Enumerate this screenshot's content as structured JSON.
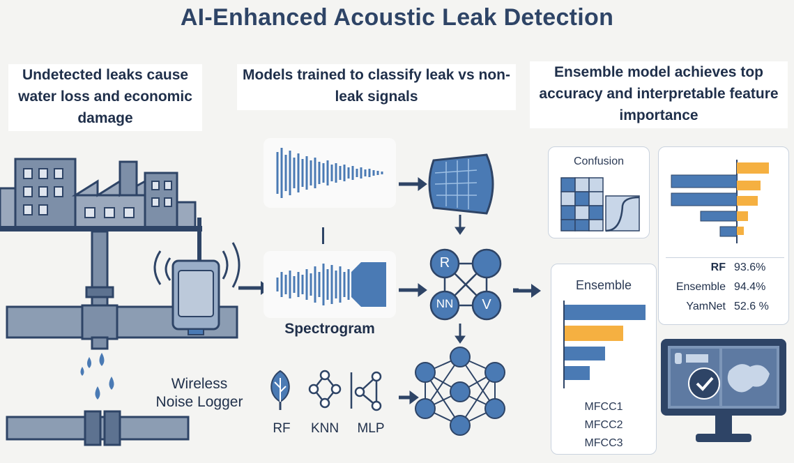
{
  "title": "AI-Enhanced Acoustic Leak Detection",
  "columns": {
    "problem": {
      "heading": "Undetected leaks cause water loss and economic damage"
    },
    "models": {
      "heading": "Models trained to classify leak vs non-leak signals"
    },
    "results": {
      "heading": "Ensemble model achieves top accuracy and interpretable feature importance"
    }
  },
  "device": {
    "label_line1": "Wireless",
    "label_line2": "Noise Logger"
  },
  "spectrogram_label": "Spectrogram",
  "network_nodes": {
    "r": "R",
    "nn": "NN",
    "v": "V"
  },
  "classifiers": [
    "RF",
    "KNN",
    "MLP"
  ],
  "confusion_label": "Confusion",
  "ensemble_panel": {
    "title": "Ensemble",
    "features": [
      "MFCC1",
      "MFCC2",
      "MFCC3"
    ]
  },
  "accuracy": [
    {
      "model": "RF",
      "value": "93.6%"
    },
    {
      "model": "Ensemble",
      "value": "94.4%"
    },
    {
      "model": "YamNet",
      "value": "52.6 %"
    }
  ],
  "colors": {
    "primary": "#4a7ab4",
    "accent": "#f5b041",
    "dark": "#2e4466",
    "pipe": "#7d8fa8"
  }
}
